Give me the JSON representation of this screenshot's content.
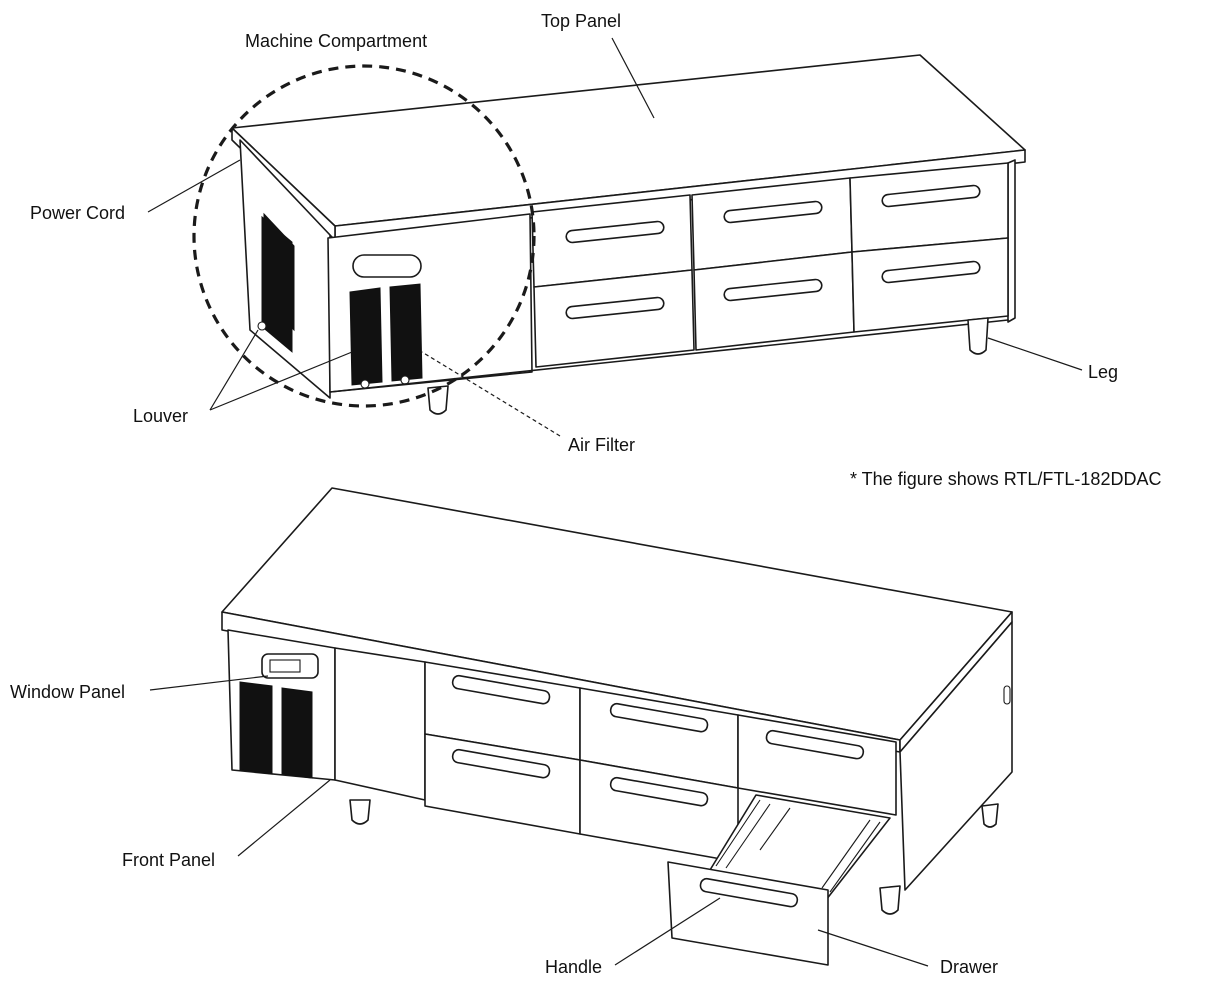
{
  "labels": {
    "machine_compartment": "Machine Compartment",
    "top_panel": "Top Panel",
    "power_cord": "Power Cord",
    "louver": "Louver",
    "air_filter": "Air Filter",
    "leg": "Leg",
    "window_panel": "Window Panel",
    "front_panel": "Front Panel",
    "handle": "Handle",
    "drawer": "Drawer"
  },
  "note": "* The figure shows RTL/FTL-182DDAC"
}
